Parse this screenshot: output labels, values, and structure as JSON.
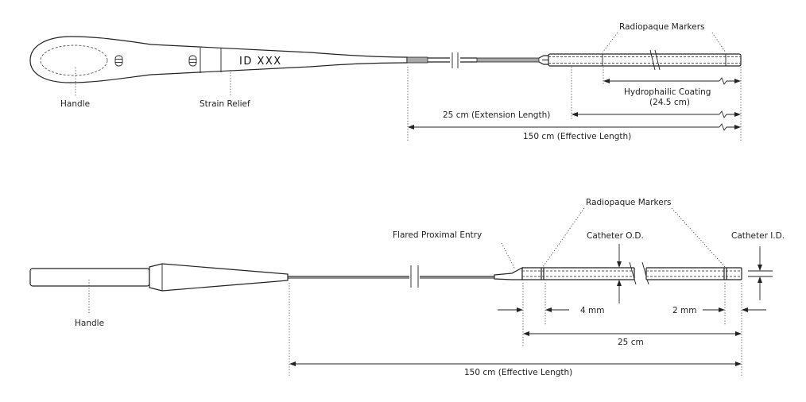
{
  "figure_top": {
    "handle_id_text": "ID XXX",
    "labels": {
      "handle": "Handle",
      "strain_relief": "Strain Relief",
      "radiopaque_markers": "Radiopaque Markers",
      "hydrophilic_coating_line1": "Hydrophailic Coating",
      "hydrophilic_coating_line2": "(24.5 cm)",
      "extension_length": "25 cm (Extension Length)",
      "effective_length": "150 cm (Effective Length)"
    }
  },
  "figure_bottom": {
    "labels": {
      "handle": "Handle",
      "flared_proximal_entry": "Flared Proximal Entry",
      "radiopaque_markers": "Radiopaque Markers",
      "catheter_od": "Catheter O.D.",
      "catheter_id": "Catheter I.D.",
      "marker_4mm": "4 mm",
      "marker_2mm": "2 mm",
      "length_25cm": "25 cm",
      "effective_length": "150 cm (Effective Length)"
    }
  }
}
